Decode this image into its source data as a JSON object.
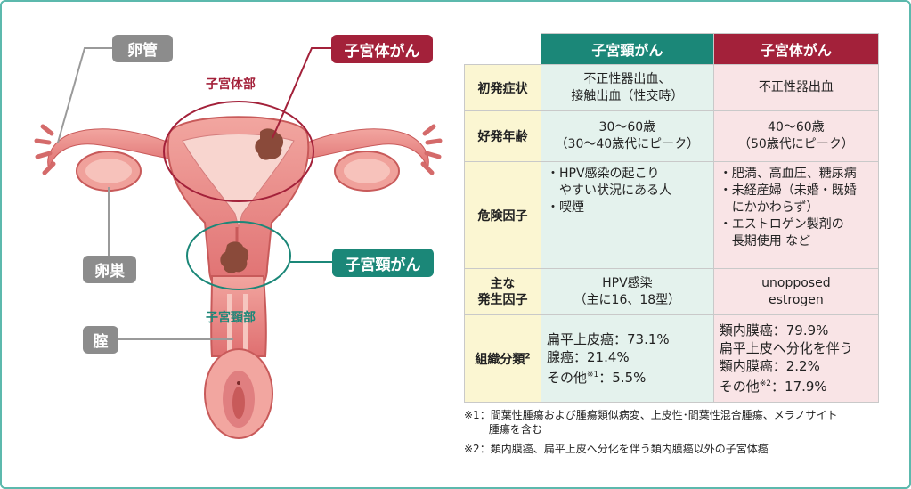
{
  "diagram": {
    "labels": {
      "oviduct": "卵管",
      "ovary": "卵巣",
      "vagina": "腟",
      "endometrial_cancer": "子宮体がん",
      "cervical_cancer": "子宮頸がん",
      "uterine_body": "子宮体部",
      "cervix": "子宮頸部"
    }
  },
  "table": {
    "header_cervical": "子宮頸がん",
    "header_endometrial": "子宮体がん",
    "rows": {
      "initial_symptoms": {
        "label": "初発症状",
        "cervical": [
          "不正性器出血、",
          "接触出血（性交時）"
        ],
        "endometrial": "不正性器出血"
      },
      "onset_age": {
        "label": "好発年齢",
        "cervical": [
          "30～60歳",
          "（30～40歳代にピーク）"
        ],
        "endometrial": [
          "40～60歳",
          "（50歳代にピーク）"
        ]
      },
      "risk_factors": {
        "label": "危険因子",
        "cervical": [
          "・HPV感染の起こり",
          "　やすい状況にある人",
          "・喫煙"
        ],
        "endometrial": [
          "・肥満、高血圧、糖尿病",
          "・未経産婦（未婚・既婚",
          "　にかかわらず）",
          "・エストロゲン製剤の",
          "　長期使用 など"
        ]
      },
      "main_cause": {
        "label_line1": "主な",
        "label_line2": "発生因子",
        "cervical": [
          "HPV感染",
          "（主に16、18型）"
        ],
        "endometrial": [
          "unopposed",
          "estrogen"
        ]
      },
      "histology": {
        "label": "組織分類",
        "label_sup": "2",
        "cervical": [
          {
            "text": "扁平上皮癌：73.1%"
          },
          {
            "text": "腺癌：21.4%"
          },
          {
            "pre": "その他",
            "sup": "※1",
            "post": "：5.5%"
          }
        ],
        "endometrial": [
          {
            "text": "類内膜癌：79.9%"
          },
          {
            "text": "扁平上皮へ分化を伴う"
          },
          {
            "text": "類内膜癌：2.2%"
          },
          {
            "pre": "その他",
            "sup": "※2",
            "post": "：17.9%"
          }
        ]
      }
    }
  },
  "notes": {
    "note1_line1": "※1：間葉性腫瘍および腫瘍類似病変、上皮性･間葉性混合腫瘍、メラノサイト",
    "note1_line2": "　　 腫瘍を含む",
    "note2": "※2：類内膜癌、扁平上皮へ分化を伴う類内膜癌以外の子宮体癌"
  },
  "colors": {
    "frame": "#5cb9ad",
    "cervical": "#1b8778",
    "endometrial": "#a3213a",
    "row_header": "#fbf6d2",
    "cervical_cell": "#e4f2ed",
    "endometrial_cell": "#f9e4e6",
    "tissue": "#e98383"
  }
}
